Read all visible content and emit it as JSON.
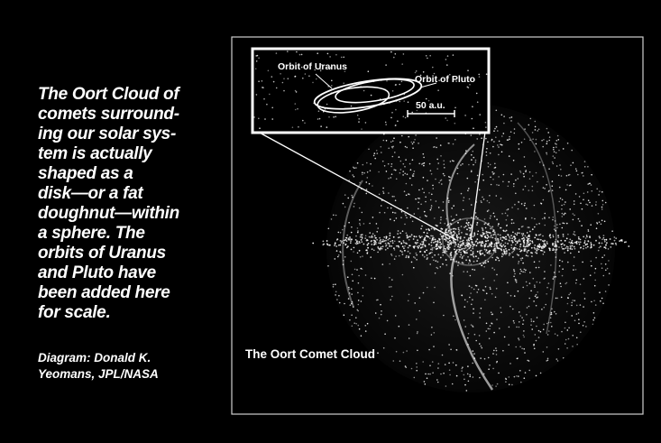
{
  "caption": {
    "lines": [
      "The Oort Cloud of",
      "comets surround-",
      "ing our solar sys-",
      "tem is actually",
      "shaped as a",
      "disk—or a fat",
      "doughnut—within",
      "a sphere. The",
      "orbits of Uranus",
      "and Pluto have",
      "been added here",
      "for scale."
    ]
  },
  "credit": {
    "lines": [
      "Diagram: Donald K.",
      "Yeomans, JPL/NASA"
    ]
  },
  "diagram": {
    "title": "The Oort Comet Cloud",
    "inset": {
      "label_uranus": "Orbit of Uranus",
      "label_pluto": "Orbit of Pluto",
      "scale_label": "50 a.u."
    }
  },
  "colors": {
    "background": "#000000",
    "foreground": "#ffffff"
  }
}
